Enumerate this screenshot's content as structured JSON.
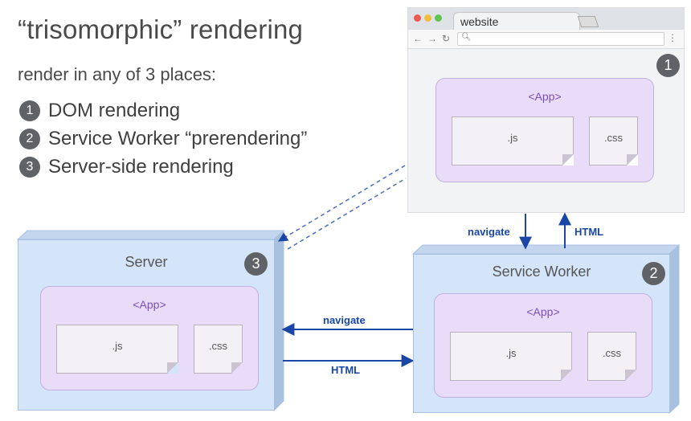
{
  "heading": {
    "title": "“trisomorphic” rendering",
    "subtitle": "render in any of 3 places:",
    "items": [
      {
        "num": "1",
        "label": "DOM rendering"
      },
      {
        "num": "2",
        "label": "Service Worker “prerendering”"
      },
      {
        "num": "3",
        "label": "Server-side rendering"
      }
    ]
  },
  "browser": {
    "tab_title": "website",
    "badge": "1",
    "app_label": "<App>",
    "files": [
      ".js",
      ".css"
    ]
  },
  "server": {
    "title": "Server",
    "badge": "3",
    "app_label": "<App>",
    "files": [
      ".js",
      ".css"
    ]
  },
  "service_worker": {
    "title": "Service Worker",
    "badge": "2",
    "app_label": "<App>",
    "files": [
      ".js",
      ".css"
    ]
  },
  "arrows": {
    "browser_to_sw": "navigate",
    "sw_to_browser": "HTML",
    "sw_to_server": "navigate",
    "server_to_sw": "HTML"
  },
  "colors": {
    "badge": "#5f6368",
    "app_fill": "#e8dcf8",
    "box_fill": "#d5e5f9",
    "arrow": "#1a47a6"
  }
}
